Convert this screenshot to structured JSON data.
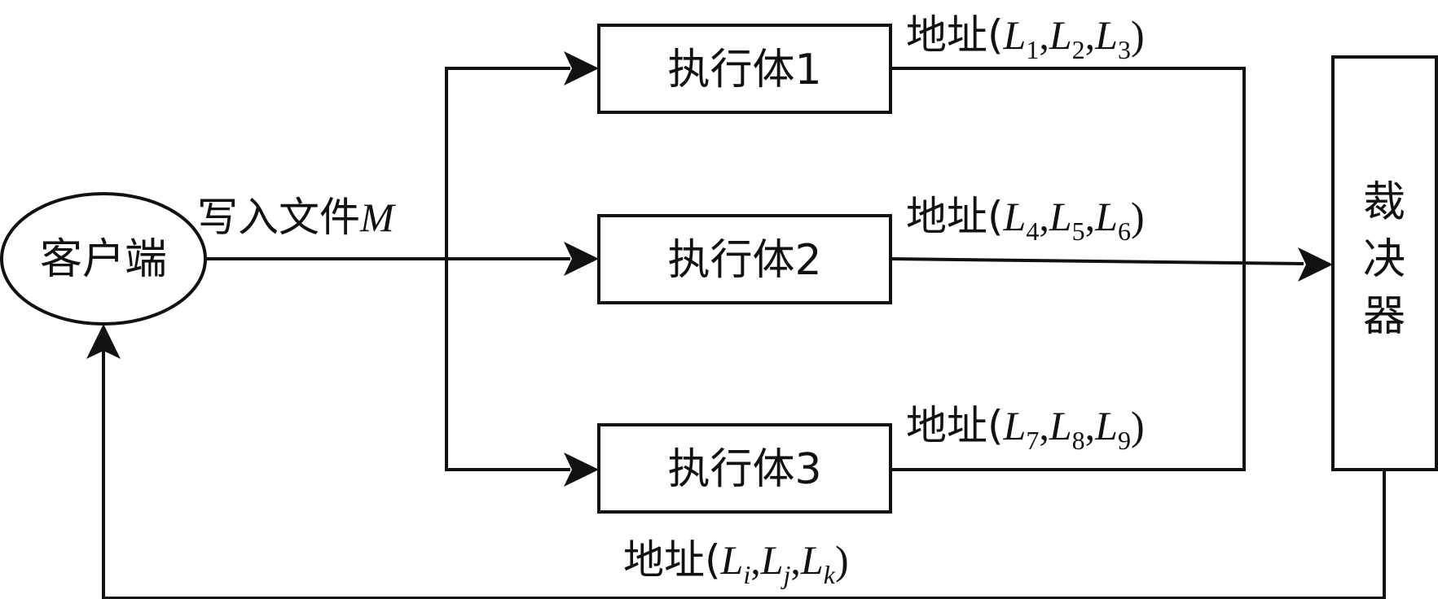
{
  "nodes": {
    "client": "客户端",
    "executor1": "执行体1",
    "executor2": "执行体2",
    "executor3": "执行体3",
    "arbiter": [
      "裁",
      "决",
      "器"
    ]
  },
  "labels": {
    "write": {
      "prefix": "写入文件",
      "var": "M"
    },
    "addr1": {
      "prefix": "地址(",
      "items": [
        [
          "L",
          "1"
        ],
        [
          "L",
          "2"
        ],
        [
          "L",
          "3"
        ]
      ],
      "suffix": ")"
    },
    "addr2": {
      "prefix": "地址(",
      "items": [
        [
          "L",
          "4"
        ],
        [
          "L",
          "5"
        ],
        [
          "L",
          "6"
        ]
      ],
      "suffix": ")"
    },
    "addr3": {
      "prefix": "地址(",
      "items": [
        [
          "L",
          "7"
        ],
        [
          "L",
          "8"
        ],
        [
          "L",
          "9"
        ]
      ],
      "suffix": ")"
    },
    "addr_out": {
      "prefix": "地址(",
      "items": [
        [
          "L",
          "i"
        ],
        [
          "L",
          "j"
        ],
        [
          "L",
          "k"
        ]
      ],
      "suffix": ")"
    }
  }
}
